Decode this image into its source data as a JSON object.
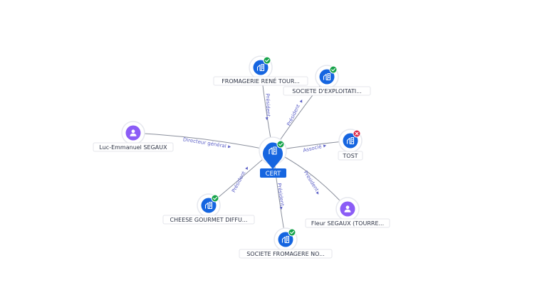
{
  "center": {
    "label": "CERT",
    "icon": "company-icon",
    "status": "ok"
  },
  "nodes": [
    {
      "id": "fromagerie",
      "label": "FROMAGERIE RENÉ TOUR...",
      "type": "company",
      "status": "ok"
    },
    {
      "id": "exploitation",
      "label": "SOCIETE D'EXPLOITATI...",
      "type": "company",
      "status": "ok"
    },
    {
      "id": "luc",
      "label": "Luc-Emmanuel SEGAUX",
      "type": "person",
      "status": ""
    },
    {
      "id": "tost",
      "label": "TOST",
      "type": "company",
      "status": "ko"
    },
    {
      "id": "cheese",
      "label": "CHEESE GOURMET DIFFU...",
      "type": "company",
      "status": "ok"
    },
    {
      "id": "fleur",
      "label": "Fleur SEGAUX (TOURRE...",
      "type": "person",
      "status": ""
    },
    {
      "id": "fromagere",
      "label": "SOCIETE FROMAGERE NO...",
      "type": "company",
      "status": "ok"
    }
  ],
  "edges": [
    {
      "target": "fromagerie",
      "label": "Président"
    },
    {
      "target": "exploitation",
      "label": "Président"
    },
    {
      "target": "luc",
      "label": "Directeur général"
    },
    {
      "target": "tost",
      "label": "Associé"
    },
    {
      "target": "cheese",
      "label": "Président"
    },
    {
      "target": "fleur",
      "label": "Président"
    },
    {
      "target": "fromagere",
      "label": "Président"
    }
  ],
  "colors": {
    "company": "#1565e0",
    "person": "#8b5cf6",
    "status_ok": "#16a34a",
    "status_ko": "#dc2644",
    "edge_label": "#5b5fc7"
  }
}
